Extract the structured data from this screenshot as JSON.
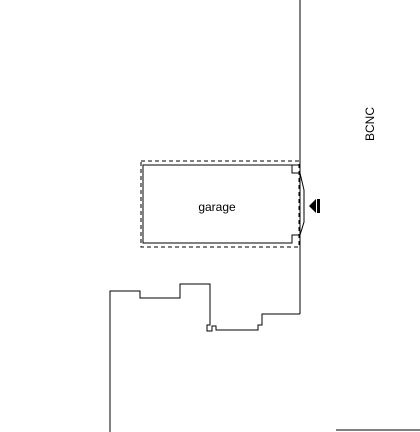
{
  "plan": {
    "rooms": [
      {
        "id": "garage",
        "label": "garage"
      }
    ],
    "side_labels": [
      {
        "id": "bcnc",
        "label": "BCNC"
      }
    ],
    "entry_arrow": {
      "direction": "left",
      "icon": "arrow-left-icon"
    },
    "colors": {
      "lines": "#000000",
      "background": "#ffffff"
    }
  }
}
